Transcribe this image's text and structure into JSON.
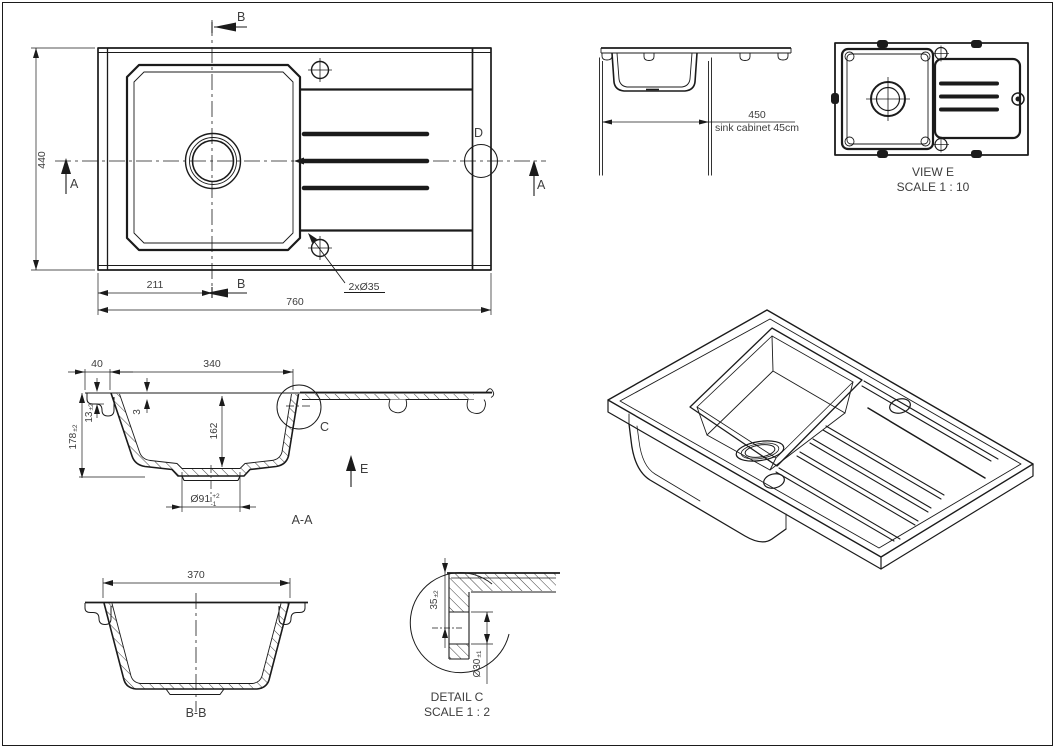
{
  "drawing": {
    "line_color": "#1b1b1b",
    "text_color": "#3d3d3d",
    "background": "#ffffff",
    "top_view": {
      "section_b_top": "B",
      "section_b_bottom": "B",
      "section_a_left": "A",
      "section_a_right": "A",
      "detail_d": "D",
      "dim_height": "440",
      "dim_offset": "211",
      "dim_width": "760",
      "holes_note": "2xØ35"
    },
    "cabinet_view": {
      "dim": "450",
      "note": "sink cabinet 45cm"
    },
    "view_e": {
      "title": "VIEW E",
      "scale": "SCALE 1 : 10"
    },
    "section_aa": {
      "label": "A-A",
      "detail_c": "C",
      "view_e_arrow": "E",
      "dim_flange": "40",
      "dim_bowl": "340",
      "dim_rim": "13",
      "dim_rim_tol": "±2",
      "dim_depth": "178",
      "dim_depth_tol": "±2",
      "dim_edge": "3",
      "dim_inner_depth": "162",
      "dim_drain": "Ø91",
      "dim_drain_tol_plus": "+2",
      "dim_drain_tol_minus": "-1"
    },
    "section_bb": {
      "label": "B-B",
      "dim_width": "370"
    },
    "detail_c": {
      "title": "DETAIL C",
      "scale": "SCALE 1 : 2",
      "dim_depth": "35",
      "dim_depth_tol": "±2",
      "dim_hole": "Ø30",
      "dim_hole_tol": "±1"
    }
  }
}
